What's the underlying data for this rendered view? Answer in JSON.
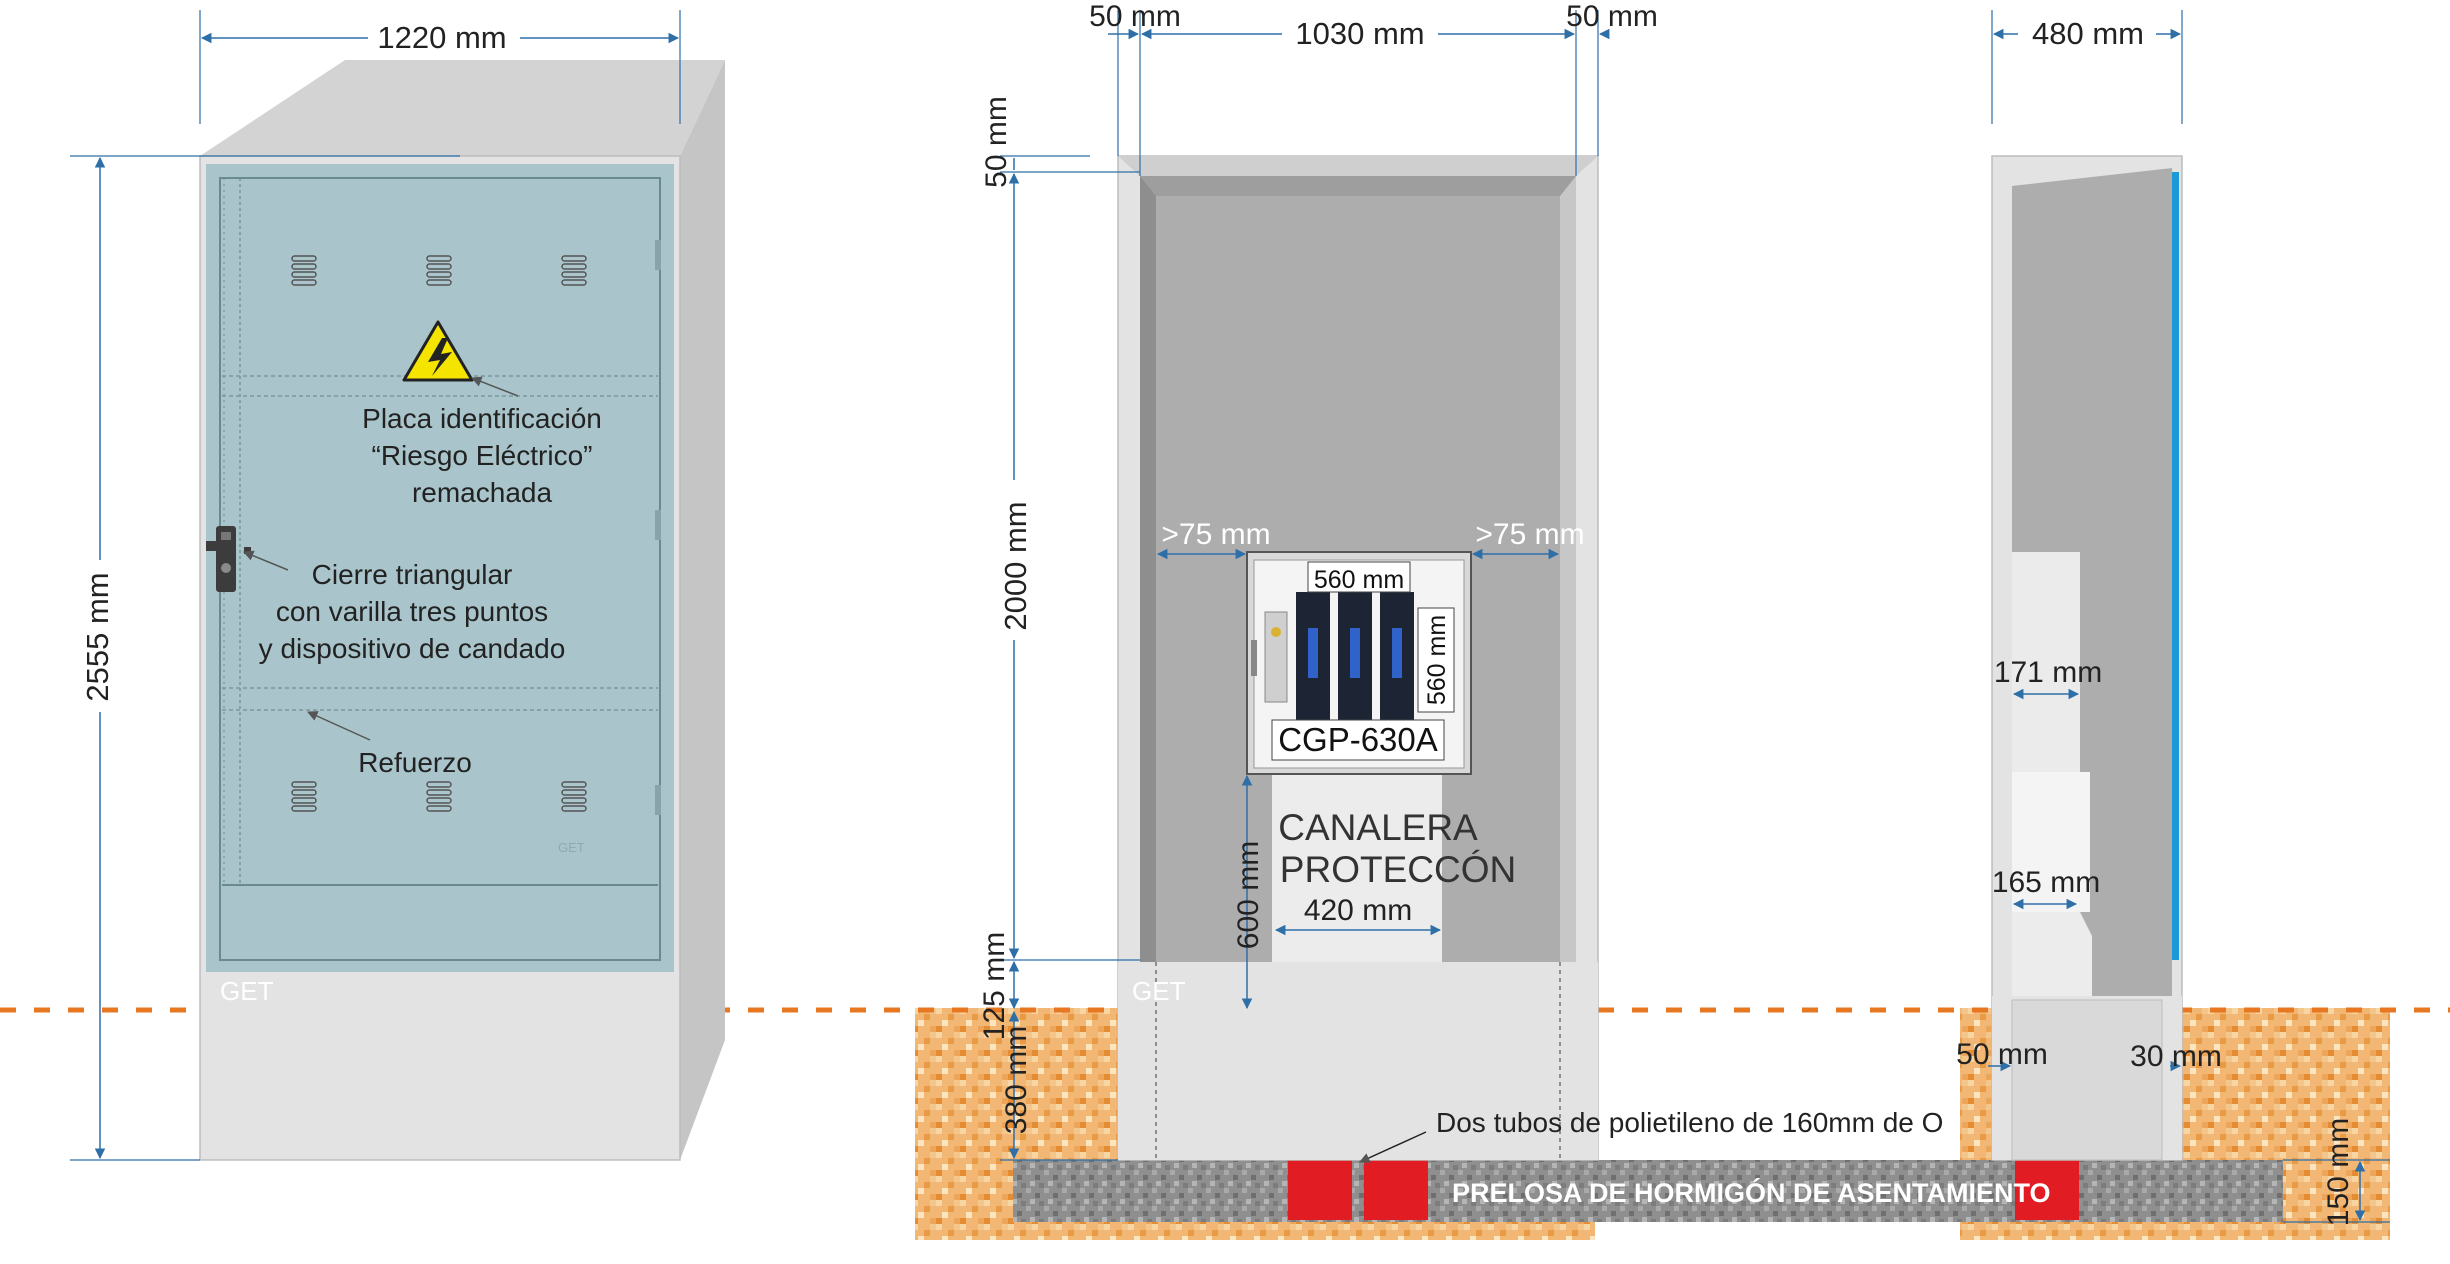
{
  "colors": {
    "cabinet_body": "#e2e2e2",
    "cabinet_top": "#d2d2d2",
    "cabinet_side": "#c8c8c8",
    "door": "#a9c5cb",
    "interior": "#acacac",
    "dimension_line": "#2e6fa8",
    "ground_line": "#e87722",
    "soil": "#f2b774",
    "slab": "#8f8f8f",
    "tube": "#e21c23",
    "side_accent": "#1b9ad6",
    "warning_yellow": "#f5e400"
  },
  "icons": {
    "warning": "high-voltage-warning-icon",
    "lock": "triangular-lock-icon",
    "vent": "ventilation-slot-icon",
    "breaker": "fuse-disconnector-icon"
  },
  "front_view": {
    "width_dim": "1220 mm",
    "height_dim": "2555 mm",
    "labels": {
      "warning_plate": [
        "Placa identificación",
        "“Riesgo Eléctrico”",
        "remachada"
      ],
      "lock": [
        "Cierre triangular",
        "con varilla tres puntos",
        "y dispositivo de candado"
      ],
      "reinforcement": "Refuerzo"
    },
    "brand": "GET",
    "brand_small": "GET"
  },
  "interior_view": {
    "dims": {
      "left_wall": "50 mm",
      "inner_width": "1030 mm",
      "right_wall": "50 mm",
      "top_wall": "50 mm",
      "inner_height": "2000 mm",
      "base_height": "125 mm",
      "buried_depth": "380 mm",
      "clearance_left": ">75 mm",
      "clearance_right": ">75 mm",
      "module_width": "560 mm",
      "module_height": "560 mm",
      "module_elevation": "600 mm",
      "duct_width": "420 mm"
    },
    "module_label": "CGP-630A",
    "duct_label": [
      "CANALERA",
      "PROTECCÓN"
    ],
    "brand": "GET",
    "tubes_note": "Dos tubos de polietileno de 160mm de O"
  },
  "side_view": {
    "depth_dim": "480 mm",
    "upper_duct_dim": "171 mm",
    "lower_duct_dim": "165 mm",
    "front_wall_dim": "50 mm",
    "rear_wall_dim": "30 mm",
    "slab_dim": "150 mm"
  },
  "foundation": {
    "slab_label": "PRELOSA DE HORMIGÓN DE ASENTAMIENTO"
  }
}
